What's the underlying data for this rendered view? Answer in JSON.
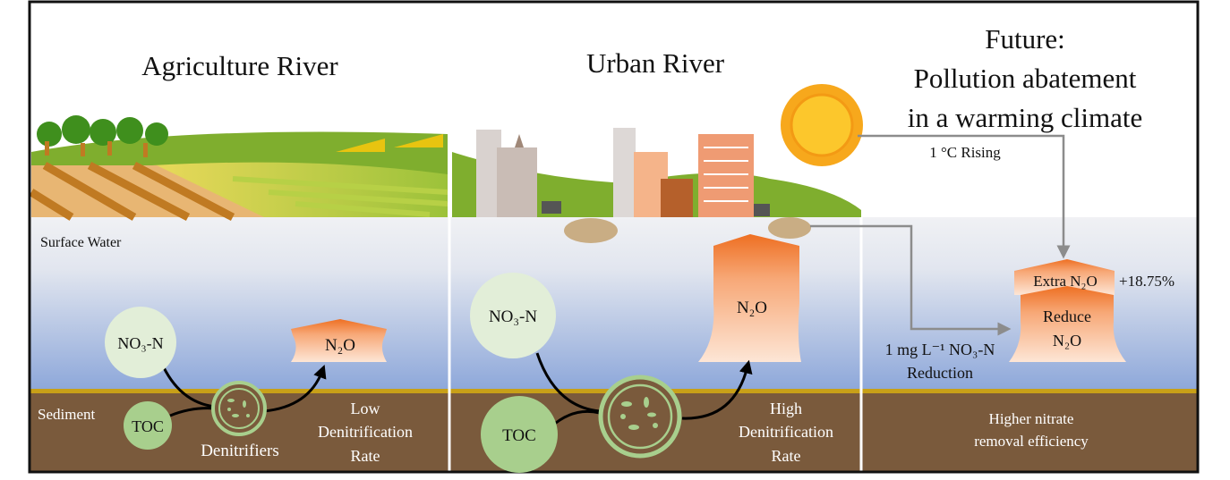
{
  "panels": {
    "agriculture": {
      "title": "Agriculture River",
      "surface_water": "Surface Water",
      "sediment": "Sediment",
      "no3": "NO₃-N",
      "toc": "TOC",
      "n2o": "N₂O",
      "denitrifiers": "Denitrifiers",
      "rate_lines": [
        "Low",
        "Denitrification",
        "Rate"
      ]
    },
    "urban": {
      "title": "Urban River",
      "no3": "NO₃-N",
      "toc": "TOC",
      "n2o": "N₂O",
      "rate_lines": [
        "High",
        "Denitrification",
        "Rate"
      ]
    },
    "future": {
      "title_lines": [
        "Future:",
        "Pollution abatement",
        "in a warming climate"
      ],
      "warming": "1 °C Rising",
      "extra": "Extra N₂O",
      "extra_pct": "+18.75%",
      "reduce_lines": [
        "Reduce",
        "N₂O"
      ],
      "reduction_lines": [
        "1 mg L⁻¹ NO₃-N",
        "Reduction"
      ],
      "efficiency_lines": [
        "Higher nitrate",
        "removal efficiency"
      ]
    }
  },
  "colors": {
    "sediment": "#7a5a3c",
    "sediment_line": "#c8a018",
    "n2o_top": "#ef7a2e",
    "n2o_bottom": "#fde3cf",
    "circle_light": "#e2eed8",
    "circle_toc": "#a8cf8d",
    "arrow": "#8c8c8c"
  }
}
